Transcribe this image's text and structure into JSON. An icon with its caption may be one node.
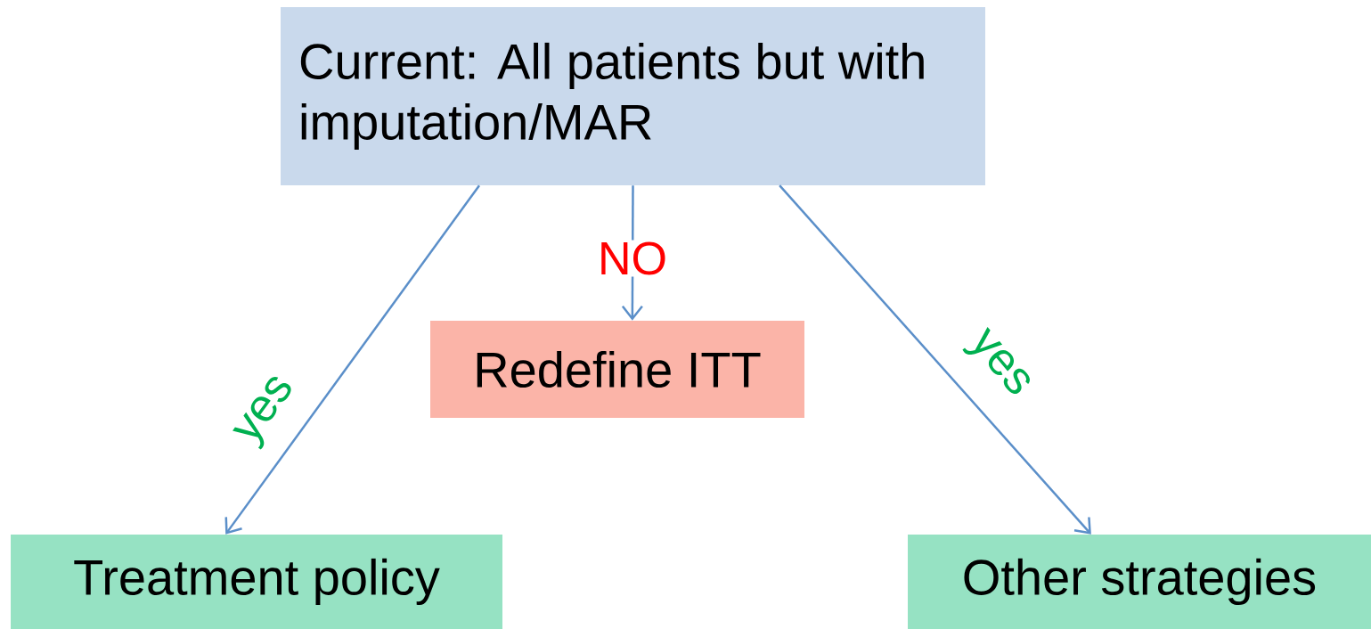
{
  "diagram": {
    "nodes": [
      {
        "text": [
          "Current: All patients but with imputation/MAR"
        ]
      },
      {
        "text": [
          "Redefine ITT"
        ]
      },
      {
        "text": [
          "Treatment policy"
        ]
      },
      {
        "text": [
          "Other strategies"
        ]
      }
    ],
    "edges": [
      {
        "from": 0,
        "to": 2,
        "arrow": "to",
        "label": "yes"
      },
      {
        "from": 0,
        "to": 1,
        "arrow": "to",
        "label": "NO"
      },
      {
        "from": 0,
        "to": 3,
        "arrow": "to",
        "label": "yes"
      }
    ]
  }
}
